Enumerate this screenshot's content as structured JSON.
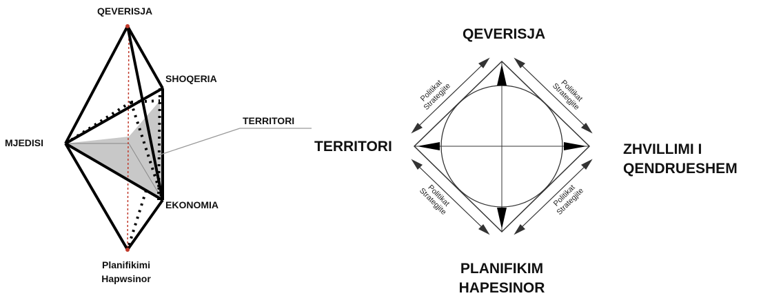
{
  "left_diagram": {
    "top_label": "QEVERISJA",
    "right_upper_label": "SHOQERIA",
    "side_label": "TERRITORI",
    "left_label": "MJEDISI",
    "right_lower_label": "EKONOMIA",
    "bottom_label_line1": "Planifikimi",
    "bottom_label_line2": "Hapwsinor"
  },
  "right_diagram": {
    "top_label": "QEVERISJA",
    "left_label": "TERRITORI",
    "right_label_line1": "ZHVILLIMI I",
    "right_label_line2": "QENDRUESHEM",
    "bottom_label_line1": "PLANIFIKIM",
    "bottom_label_line2": "HAPESINOR",
    "edge_text_line1": "Politikat",
    "edge_text_line2": "Strategjite"
  }
}
